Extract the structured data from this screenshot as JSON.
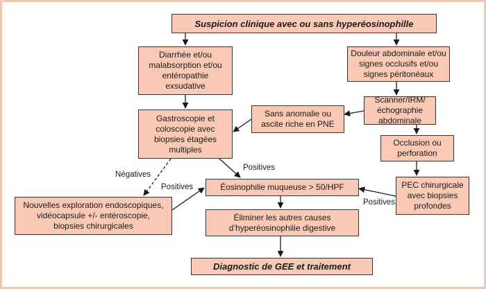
{
  "colors": {
    "box_fill": "#f9c9b6",
    "box_border": "#333333",
    "frame": "#f0c6b4"
  },
  "nodes": {
    "suspicion": "Suspicion clinique avec ou sans hyperéosinophille",
    "diarrhee": "Diarrhée et/ou\nmalabsorption et/ou\nentéropathie exsudative",
    "douleur": "Douleur abdominale et/ou\nsignes occlusifs et/ou\nsignes péritonéaux",
    "scanner": "Scanner/IRM/\néchographie abdominale",
    "sans_anomalie": "Sans anomalie ou\nascite riche en PNE",
    "gastroscopie": "Gastroscopie et\ncoloscopie avec\nbiopsies étagées\nmultiples",
    "occlusion": "Occlusion ou\nperforation",
    "nouvelles": "Nouvelles exploration endoscopiques,\nvidéocapsule +/- entéroscopie,\nbiopsies chirurgicales",
    "eosinophilie": "Éosinophilie muqueuse > 50/HPF",
    "pec": "PEC chirurgicale\navec biopsies\nprofondes",
    "eliminer": "Éliminer les autres causes\nd’hyperéosinophilie digestive",
    "diagnostic": "Diagnostic de GEE et traitement"
  },
  "labels": {
    "negatives": "Négatives",
    "positives_gastro": "Positives",
    "positives_nouvelles": "Positives",
    "positives_pec": "Positives"
  }
}
